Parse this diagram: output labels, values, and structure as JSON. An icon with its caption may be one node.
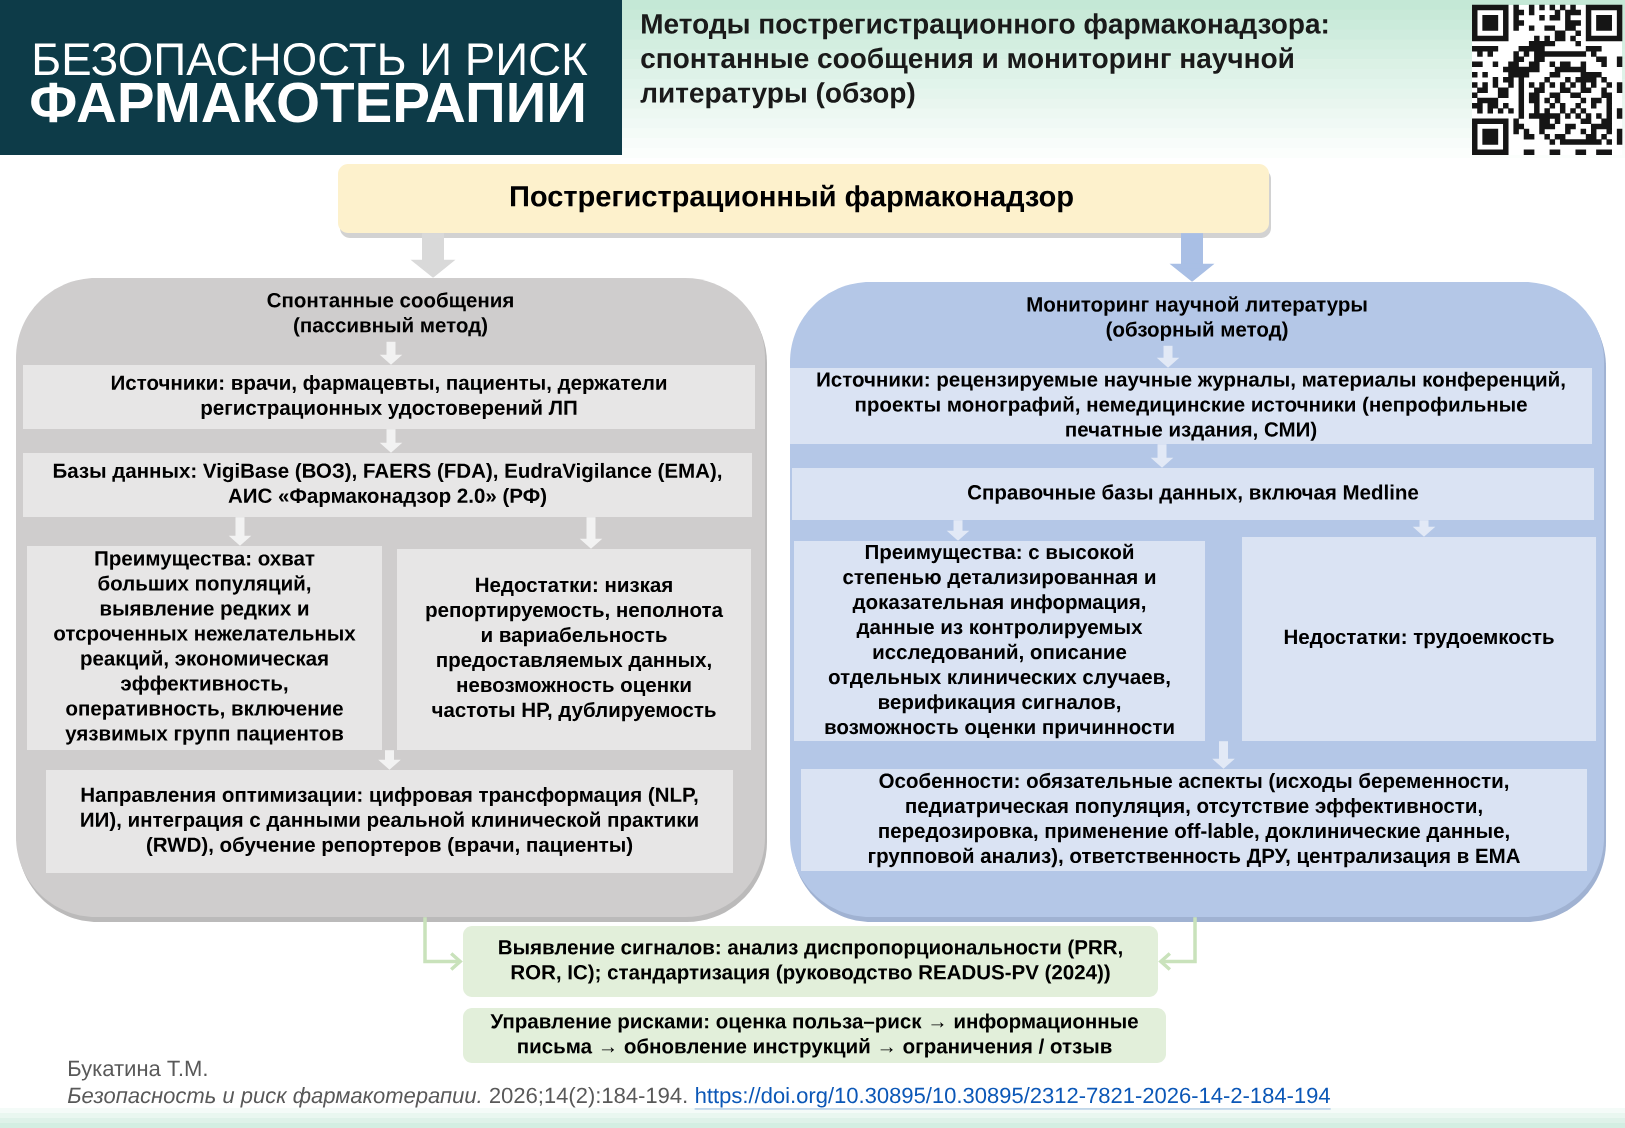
{
  "diagram": {
    "title": "Методы пострегистрационного фармаконадзора: спонтанные сообщения и мониторинг научной литературы (обзор)",
    "nodes": [
      {
        "text": [
          "Пострегистрационный фармаконадзор"
        ]
      },
      {
        "text": [
          "Спонтанные сообщения (пассивный метод)"
        ]
      },
      {
        "text": [
          "Источники: врачи, фармацевты, пациенты, держатели регистрационных удостоверений ЛП"
        ],
        "in": 1
      },
      {
        "text": [
          "Базы данных: VigiBase (ВОЗ), FAERS (FDA), EudraVigilance (EMA), АИС «Фармаконадзор 2.0» (РФ)"
        ],
        "in": 1
      },
      {
        "text": [
          "Преимущества: охват больших популяций, выявление редких и отсроченных нежелательных реакций, экономическая эффективность, оперативность, включение уязвимых групп пациентов"
        ],
        "in": 1
      },
      {
        "text": [
          "Недостатки: низкая репортируемость, неполнота и вариабельность предоставляемых данных, невозможность оценки частоты НР, дублируемость"
        ],
        "in": 1
      },
      {
        "text": [
          "Направления оптимизации: цифровая трансформация (NLP, ИИ), интеграция с данными реальной клинической практики (RWD), обучение репортеров (врачи, пациенты)"
        ],
        "in": 1
      },
      {
        "text": [
          "Мониторинг научной литературы (обзорный метод)"
        ]
      },
      {
        "text": [
          "Источники: рецензируемые научные журналы, материалы конференций, проекты монографий, немедицинские источники (непрофильные печатные издания, СМИ)"
        ],
        "in": 7
      },
      {
        "text": [
          "Справочные базы данных, включая Medline"
        ],
        "in": 7
      },
      {
        "text": [
          "Преимущества: с высокой степенью детализированная и доказательная информация, данные из контролируемых исследований, описание отдельных клинических случаев, верификация сигналов, возможность оценки причинности"
        ],
        "in": 7
      },
      {
        "text": [
          "Недостатки: трудоемкость"
        ],
        "in": 7
      },
      {
        "text": [
          "Особенности: обязательные аспекты (исходы беременности, педиатрическая популяция, отсутствие эффективности, передозировка, применение off-lable, доклинические данные, групповой анализ), ответственность ДРУ, централизация в EMA"
        ],
        "in": 7
      },
      {
        "text": [
          "Выявление сигналов: анализ диспропорциональности (PRR, ROR, IC); стандартизация (руководство READUS-PV (2024))"
        ]
      },
      {
        "text": [
          "Управление рисками: оценка польза–риск → информационные письма → обновление инструкций → ограничения / отзыв"
        ]
      }
    ],
    "edges": [
      {
        "from": 0,
        "to": 1,
        "arrow": "to",
        "style": "thick",
        "color": "#d9d9d9"
      },
      {
        "from": 0,
        "to": 7,
        "arrow": "to",
        "style": "thick",
        "color": "#a9bfe5"
      },
      {
        "from": null,
        "to": 2,
        "arrow": "to"
      },
      {
        "from": 2,
        "to": 3,
        "arrow": "to"
      },
      {
        "from": 3,
        "to": 4,
        "arrow": "to"
      },
      {
        "from": 3,
        "to": 5,
        "arrow": "to"
      },
      {
        "from": 4,
        "to": 6,
        "arrow": "to"
      },
      {
        "from": 5,
        "to": 6,
        "arrow": "to"
      },
      {
        "from": null,
        "to": 8,
        "arrow": "to",
        "color": "#e2e9f6"
      },
      {
        "from": 8,
        "to": 9,
        "arrow": "to",
        "color": "#e2e9f6"
      },
      {
        "from": 9,
        "to": 10,
        "arrow": "to",
        "color": "#e2e9f6"
      },
      {
        "from": 9,
        "to": 11,
        "arrow": "to",
        "color": "#e2e9f6"
      },
      {
        "from": 10,
        "to": 12,
        "arrow": "to",
        "color": "#e2e9f6"
      },
      {
        "from": 11,
        "to": 12,
        "arrow": "to",
        "color": "#e2e9f6"
      },
      {
        "from": 1,
        "to": 13,
        "arrow": "to",
        "color": "#c9e2bb"
      },
      {
        "from": 7,
        "to": 13,
        "arrow": "to",
        "color": "#c9e2bb"
      }
    ],
    "labels": [
      "БЕЗОПАСНОСТЬ И РИСК",
      "ФАРМАКОТЕРАПИИ",
      "Букатина Т.М.",
      "*Безопасность и риск фармакотерапии.* 2026;14(2):184-194.",
      "https://doi.org/10.30895/10.30895/2312-7821-2026-14-2-184-194"
    ]
  }
}
